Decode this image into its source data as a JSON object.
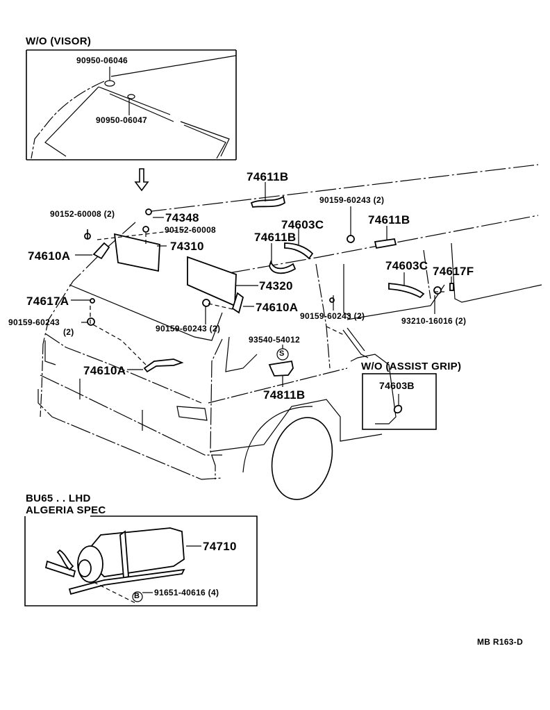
{
  "diagram": {
    "sections": {
      "visor_inset_title": "W/O (VISOR)",
      "assist_grip_inset_title": "W/O (ASSIST GRIP)",
      "extinguisher_title_line1": "BU65 . . LHD",
      "extinguisher_title_line2": "ALGERIA SPEC"
    },
    "visor_inset_parts": [
      "90950-06046",
      "90950-06047"
    ],
    "labels": {
      "p74611B_top": "74611B",
      "p90152_2": "90152-60008 (2)",
      "p74348": "74348",
      "p90152": "90152-60008",
      "p74310": "74310",
      "p74610A_left": "74610A",
      "p90159_top_right": "90159-60243 (2)",
      "p74611B_right": "74611B",
      "p74603C_mid": "74603C",
      "p74611B_mid": "74611B",
      "p74320": "74320",
      "p74603C_right": "74603C",
      "p74617F": "74617F",
      "p74617A": "74617A",
      "p90159_left": "90159-60243",
      "p90159_left_qty": "(2)",
      "p74610A_mid": "74610A",
      "p90159_center": "90159-60243 (2)",
      "p90159_right": "90159-60243 (2)",
      "p93210": "93210-16016 (2)",
      "p93540": "93540-54012",
      "p74610A_bottom": "74610A",
      "p74811B": "74811B",
      "p74603B": "74603B",
      "p74710": "74710",
      "p91651": "91651-40616 (4)"
    },
    "markers": {
      "s_marker": "S",
      "b_marker": "B"
    },
    "drawing_code": "MB R163-D"
  }
}
